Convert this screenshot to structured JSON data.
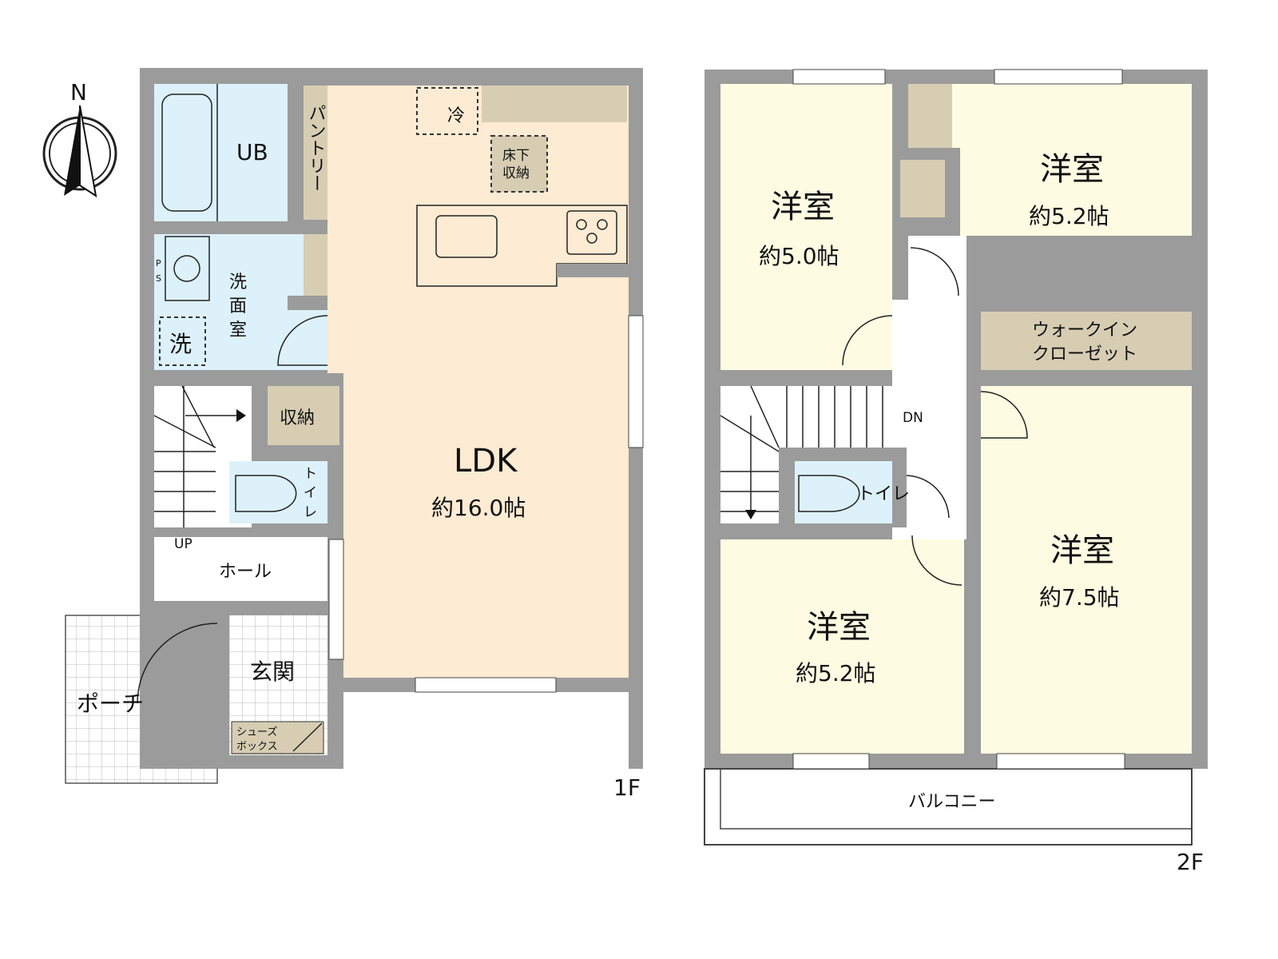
{
  "compass": {
    "north_label": "N",
    "icon": "north-arrow-icon"
  },
  "floor1": {
    "label": "1F",
    "rooms": {
      "ub": "UB",
      "pantry": "パントリー",
      "fridge": "冷",
      "underfloor_storage": [
        "床下",
        "収納"
      ],
      "washroom": [
        "洗",
        "面",
        "室"
      ],
      "ps": [
        "P",
        "S"
      ],
      "washer": "洗",
      "storage": "収納",
      "toilet": [
        "ト",
        "イ",
        "レ"
      ],
      "ldk_name": "LDK",
      "ldk_size": "約16.0帖",
      "up": "UP",
      "hall": "ホール",
      "entrance": "玄関",
      "porch": "ポーチ",
      "shoebox": [
        "シューズ",
        "ボックス"
      ]
    }
  },
  "floor2": {
    "label": "2F",
    "rooms": {
      "room_a_name": "洋室",
      "room_a_size": "約5.0帖",
      "room_b_name": "洋室",
      "room_b_size": "約5.2帖",
      "wic": [
        "ウォークイン",
        "クローゼット"
      ],
      "dn": "DN",
      "toilet": "トイレ",
      "room_c_name": "洋室",
      "room_c_size": "約5.2帖",
      "room_d_name": "洋室",
      "room_d_size": "約7.5帖",
      "balcony": "バルコニー"
    }
  },
  "colors": {
    "wall": "#9b9b9b",
    "ldk": "#fdebd3",
    "wet": "#ddf1fb",
    "storage": "#d7cdb3",
    "room": "#fdfbe2"
  }
}
